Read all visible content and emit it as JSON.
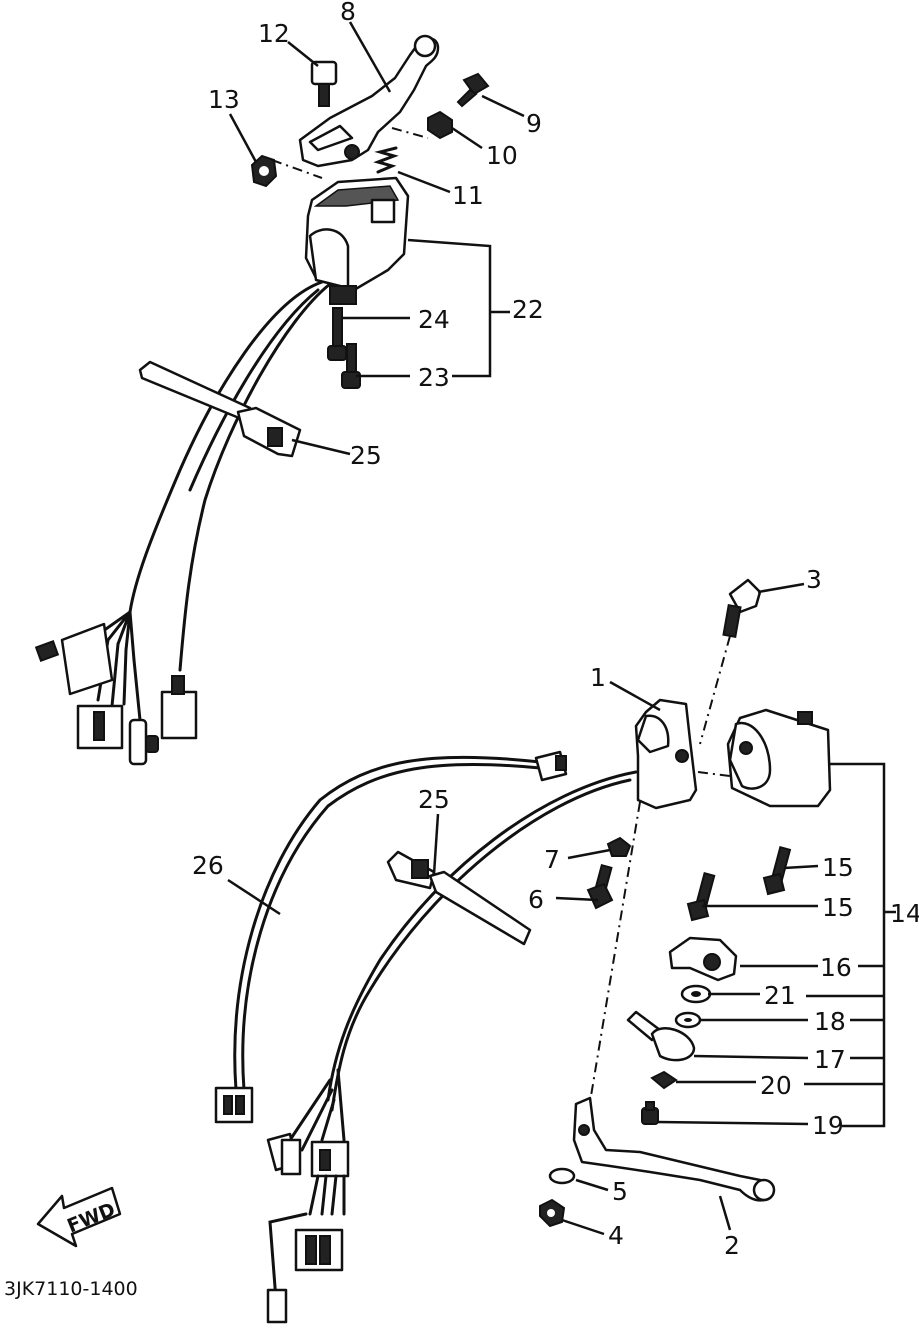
{
  "diagram": {
    "callouts": {
      "c1": "1",
      "c2": "2",
      "c3": "3",
      "c4": "4",
      "c5": "5",
      "c6": "6",
      "c7": "7",
      "c8": "8",
      "c9": "9",
      "c10": "10",
      "c11": "11",
      "c12": "12",
      "c13": "13",
      "c14": "14",
      "c15a": "15",
      "c15b": "15",
      "c16": "16",
      "c17": "17",
      "c18": "18",
      "c19": "19",
      "c20": "20",
      "c21": "21",
      "c22": "22",
      "c23": "23",
      "c24": "24",
      "c25a": "25",
      "c25b": "25",
      "c26": "26"
    },
    "direction_label": "FWD",
    "drawing_code": "3JK7110-1400"
  }
}
